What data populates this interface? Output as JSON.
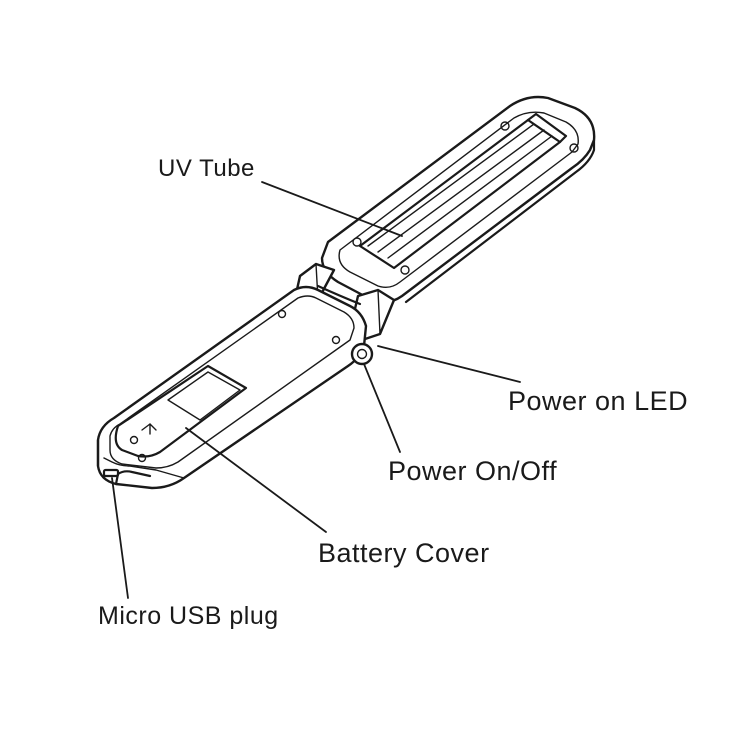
{
  "labels": {
    "uv_tube": "UV Tube",
    "power_led": "Power on LED",
    "power_switch": "Power On/Off",
    "battery_cover": "Battery Cover",
    "usb_plug": "Micro USB plug"
  },
  "colors": {
    "line": "#1a1a1a",
    "background": "#ffffff"
  }
}
